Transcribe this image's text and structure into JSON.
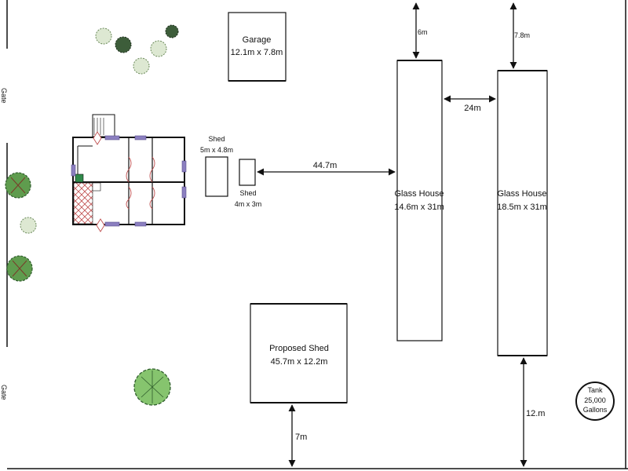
{
  "gates": {
    "upper": "Gate",
    "lower": "Gate"
  },
  "garage": {
    "name": "Garage",
    "size": "12.1m x 7.8m"
  },
  "shed_large": {
    "name": "Shed",
    "size": "5m x 4.8m"
  },
  "shed_small": {
    "name": "Shed",
    "size": "4m x 3m"
  },
  "glass_house_1": {
    "name": "Glass House",
    "size": "14.6m x 31m"
  },
  "glass_house_2": {
    "name": "Glass House",
    "size": "18.5m x 31m"
  },
  "proposed_shed": {
    "name": "Proposed Shed",
    "size": "45.7m x 12.2m"
  },
  "tank": {
    "line1": "Tank",
    "line2": "25,000",
    "line3": "Gallons"
  },
  "dimensions": {
    "shed_to_glasshouse": "44.7m",
    "between_glasshouses": "24m",
    "gh1_to_top": "6m",
    "gh2_to_top": "7.8m",
    "gh2_to_bottom": "12.m",
    "proposed_to_bottom": "7m"
  },
  "colors": {
    "outline": "#111111",
    "tree_green": "#86c46e",
    "tree_dark": "#2f5d2c",
    "tree_pale": "#dde8d2",
    "window": "#8b7fc0",
    "door": "#c05050"
  }
}
